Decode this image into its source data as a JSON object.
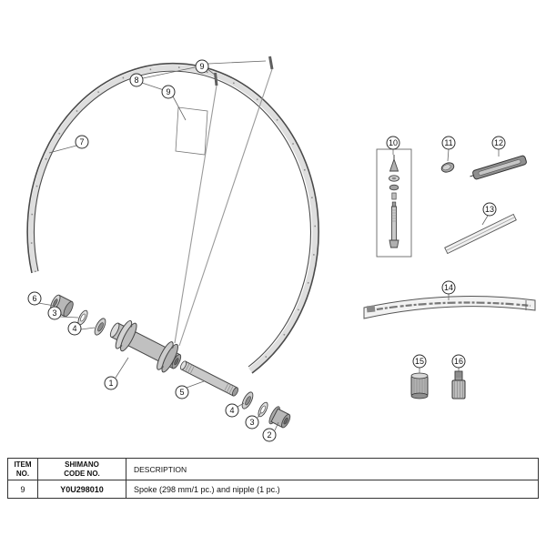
{
  "colors": {
    "line_art": "#333333"
  },
  "diagram": {
    "callouts": {
      "c9a": "9",
      "c8": "8",
      "c9b": "9",
      "c7": "7",
      "c10": "10",
      "c11": "11",
      "c12": "12",
      "c13": "13",
      "c14": "14",
      "c6": "6",
      "c3a": "3",
      "c4a": "4",
      "c1": "1",
      "c5": "5",
      "c4b": "4",
      "c3b": "3",
      "c2": "2",
      "c15": "15",
      "c16": "16"
    }
  },
  "table": {
    "col1_header_line1": "ITEM",
    "col1_header_line2": "NO.",
    "col2_header_line1": "SHIMANO",
    "col2_header_line2": "CODE NO.",
    "col3_header": "DESCRIPTION",
    "row": {
      "item_no": "9",
      "code_no": "Y0U298010",
      "description": "Spoke (298 mm/1 pc.) and nipple (1 pc.)"
    }
  }
}
